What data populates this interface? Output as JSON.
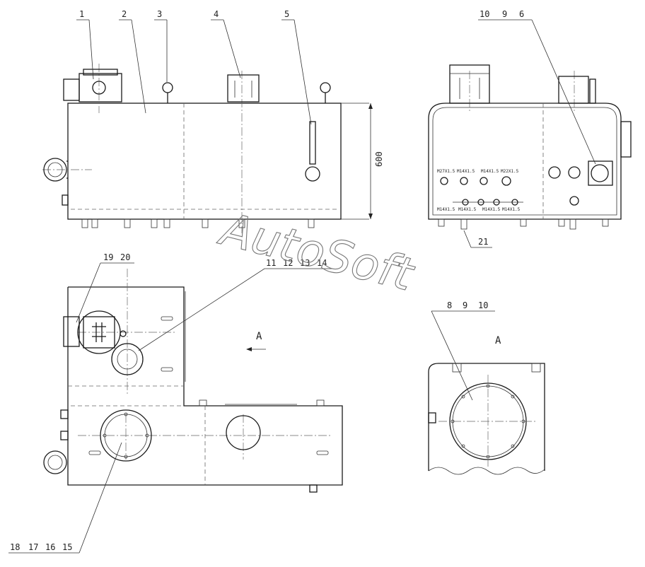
{
  "top_callouts": [
    "1",
    "2",
    "3",
    "4",
    "5"
  ],
  "top_right_callouts": [
    "10",
    "9",
    "6"
  ],
  "callout_21": "21",
  "bottom_callouts_a": [
    "19",
    "20"
  ],
  "bottom_callouts_b": [
    "11",
    "12",
    "13",
    "14"
  ],
  "bottom_callouts_c": [
    "8",
    "9",
    "10"
  ],
  "bottom_callouts_d": [
    "18",
    "17",
    "16",
    "15"
  ],
  "dimension": "600",
  "view_label": "A",
  "view_label_2": "A",
  "port_labels_top": [
    "M27X1.5",
    "M14X1.5",
    "M14X1.5",
    "M22X1.5"
  ],
  "port_labels_bottom": [
    "M14X1.5",
    "M14X1.5",
    "M14X1.5",
    "M14X1.5"
  ],
  "watermark": "AutoSoft"
}
